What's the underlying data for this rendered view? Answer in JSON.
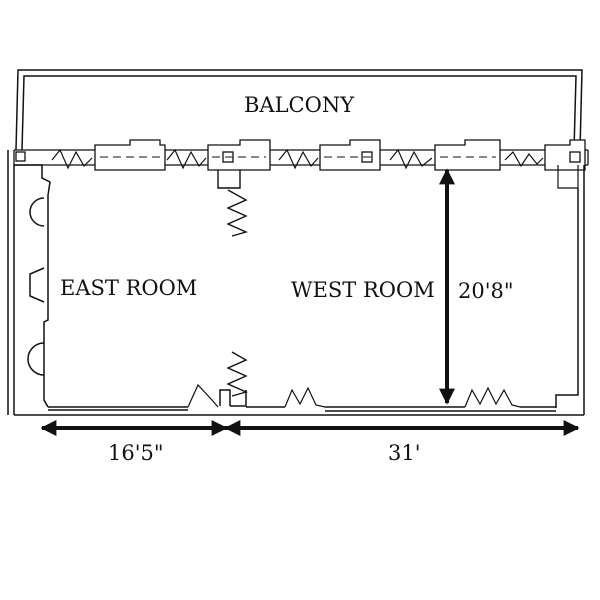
{
  "labels": {
    "balcony": "BALCONY",
    "east_room": "EAST ROOM",
    "west_room": "WEST ROOM"
  },
  "dimensions": {
    "room_depth": "20'8\"",
    "east_room_width": "16'5\"",
    "west_room_width": "31'"
  },
  "colors": {
    "line": "#111111",
    "background": "#ffffff"
  }
}
